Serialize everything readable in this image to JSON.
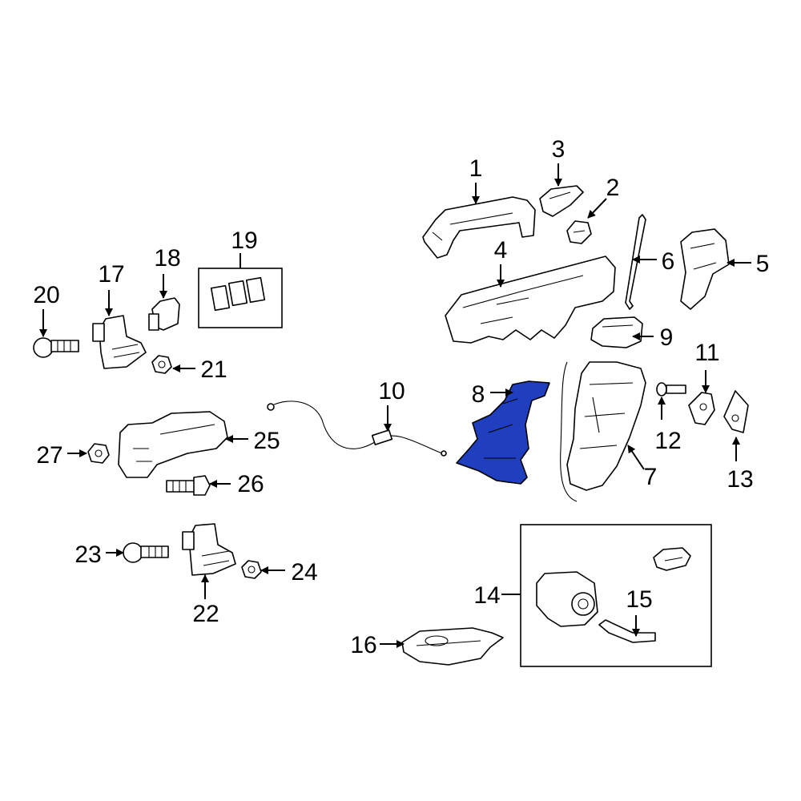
{
  "highlight_color": "#1f3fbf",
  "callouts": {
    "c1": "1",
    "c2": "2",
    "c3": "3",
    "c4": "4",
    "c5": "5",
    "c6": "6",
    "c7": "7",
    "c8": "8",
    "c9": "9",
    "c10": "10",
    "c11": "11",
    "c12": "12",
    "c13": "13",
    "c14": "14",
    "c15": "15",
    "c16": "16",
    "c17": "17",
    "c18": "18",
    "c19": "19",
    "c20": "20",
    "c21": "21",
    "c22": "22",
    "c23": "23",
    "c24": "24",
    "c25": "25",
    "c26": "26",
    "c27": "27"
  },
  "highlighted_part": "8"
}
